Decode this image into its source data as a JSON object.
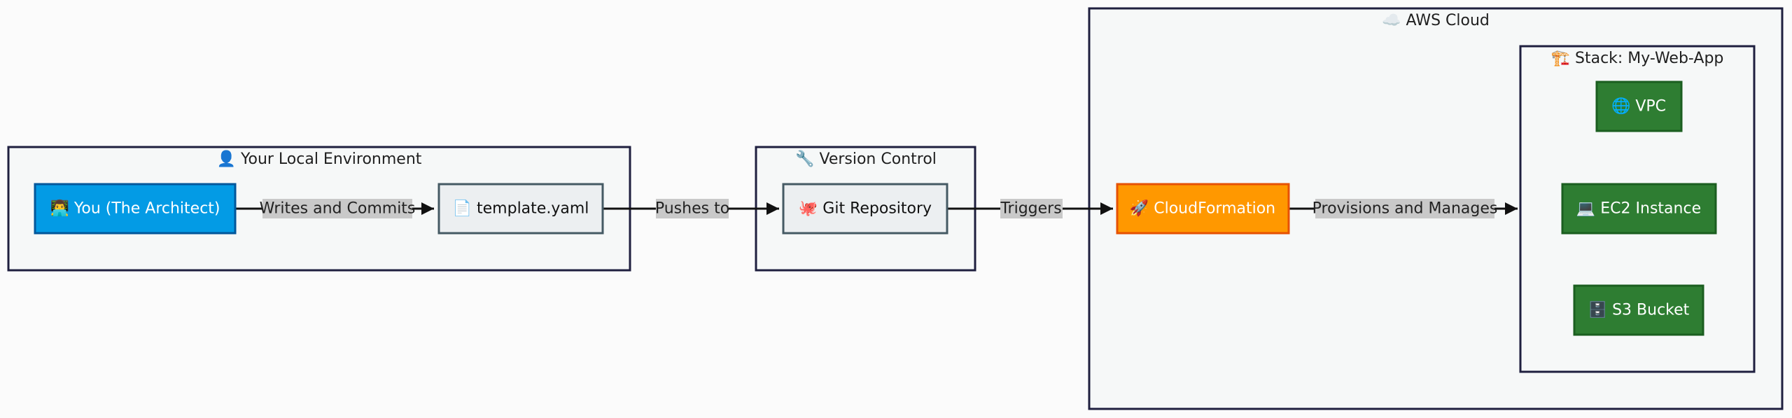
{
  "clusters": {
    "local": {
      "label": "👤 Your Local Environment"
    },
    "vcs": {
      "label": "🔧 Version Control"
    },
    "aws": {
      "label": "☁️ AWS Cloud"
    },
    "stack": {
      "label": "🏗️ Stack: My-Web-App"
    }
  },
  "nodes": {
    "architect": {
      "label": "👨‍💻 You (The Architect)",
      "fill": "#039be5",
      "stroke": "#01579b",
      "text": "#ffffff"
    },
    "template": {
      "label": "📄 template.yaml",
      "fill": "#eceff1",
      "stroke": "#455a64",
      "text": "#111111"
    },
    "git": {
      "label": "🐙 Git Repository",
      "fill": "#eceff1",
      "stroke": "#455a64",
      "text": "#111111"
    },
    "cloudformation": {
      "label": "🚀 CloudFormation",
      "fill": "#ff9800",
      "stroke": "#e65100",
      "text": "#ffffff"
    },
    "vpc": {
      "label": "🌐 VPC",
      "fill": "#2e7d32",
      "stroke": "#1b5e20",
      "text": "#ffffff"
    },
    "ec2": {
      "label": "💻 EC2 Instance",
      "fill": "#2e7d32",
      "stroke": "#1b5e20",
      "text": "#ffffff"
    },
    "s3": {
      "label": "🗄️ S3 Bucket",
      "fill": "#2e7d32",
      "stroke": "#1b5e20",
      "text": "#ffffff"
    }
  },
  "edges": {
    "writes": {
      "label": "Writes and Commits"
    },
    "pushes": {
      "label": "Pushes to"
    },
    "triggers": {
      "label": "Triggers"
    },
    "provisions": {
      "label": "Provisions and Manages"
    }
  }
}
